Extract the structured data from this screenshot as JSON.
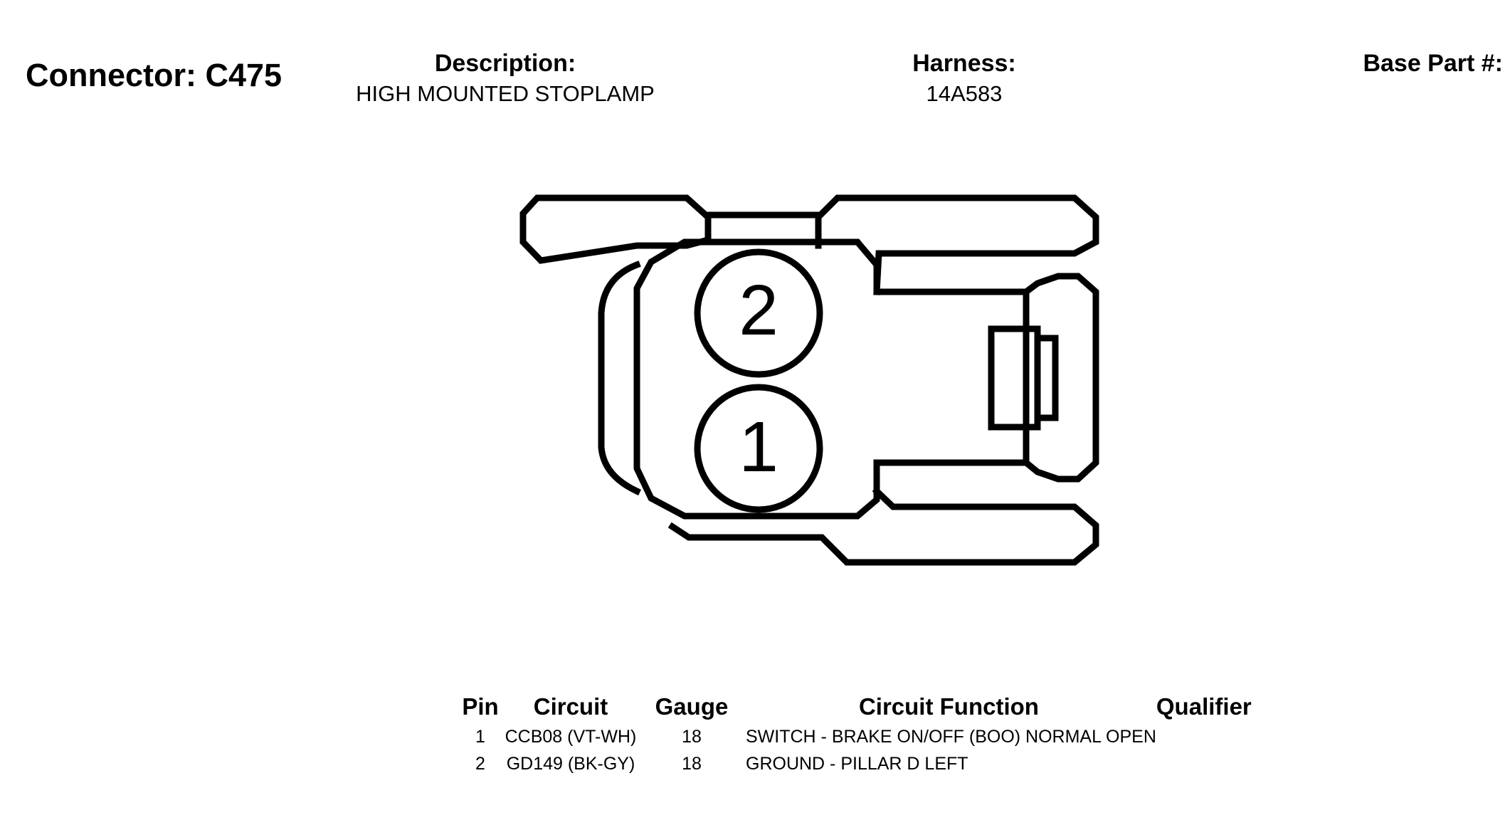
{
  "header": {
    "connector_title": "Connector: C475",
    "description_label": "Description:",
    "description_value": "HIGH MOUNTED STOPLAMP",
    "harness_label": "Harness:",
    "harness_value": "14A583",
    "base_part_label": "Base Part #:"
  },
  "diagram": {
    "pin_labels": [
      "2",
      "1"
    ]
  },
  "table": {
    "headers": [
      "Pin",
      "Circuit",
      "Gauge",
      "Circuit Function",
      "Qualifier"
    ],
    "rows": [
      {
        "pin": "1",
        "circuit": "CCB08 (VT-WH)",
        "gauge": "18",
        "function": "SWITCH - BRAKE ON/OFF (BOO) NORMAL OPEN",
        "qualifier": ""
      },
      {
        "pin": "2",
        "circuit": "GD149 (BK-GY)",
        "gauge": "18",
        "function": "GROUND - PILLAR D LEFT",
        "qualifier": ""
      }
    ]
  }
}
